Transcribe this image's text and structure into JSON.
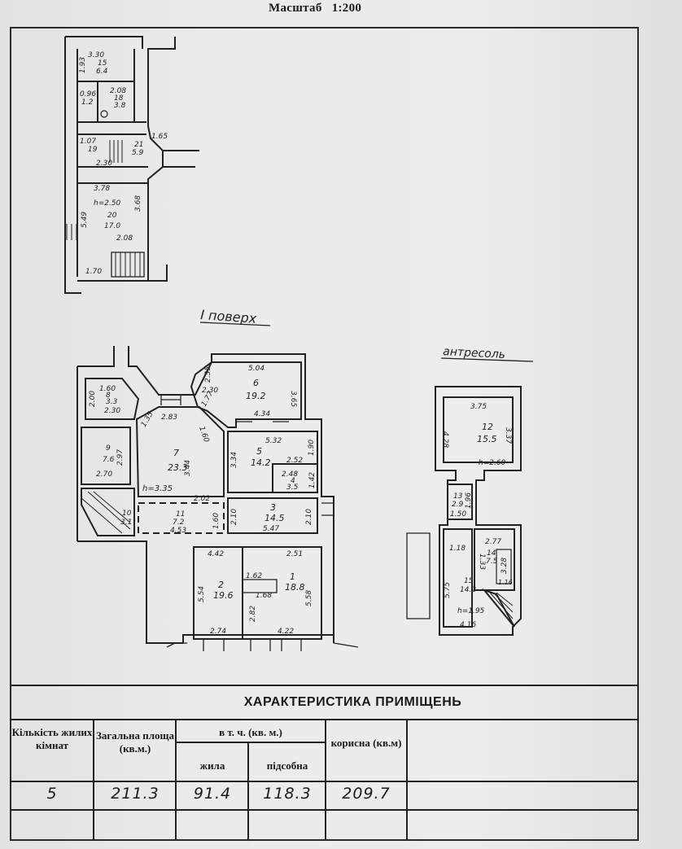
{
  "header": {
    "scale_label": "Масштаб",
    "scale_value": "1:200"
  },
  "floor_title": "I поверх",
  "mezzanine_title": "антресоль",
  "top_plan": {
    "labels": [
      "3.30",
      "15",
      "6.4",
      "2.08",
      "18",
      "3.8",
      "0.96",
      "1.2",
      "1.07",
      "19",
      "21",
      "5.9",
      "2.30",
      "3.78",
      "h=2.50",
      "20",
      "17.0",
      "3.68",
      "5.49",
      "2.08",
      "1.70",
      "1.93",
      "1.65"
    ]
  },
  "floor_plan": {
    "room6": {
      "num": "6",
      "area": "19.2",
      "dims": [
        "5.04",
        "3.65",
        "4.34",
        "2.35",
        "2.30",
        "1.77"
      ]
    },
    "room8": {
      "num": "8",
      "area": "3.3",
      "dims": [
        "1.60",
        "2.00",
        "2.30"
      ]
    },
    "room7": {
      "num": "7",
      "area": "23.3",
      "height": "h=3.35",
      "dims": [
        "2.83",
        "1.60",
        "3.44",
        "2.02",
        "1.35"
      ]
    },
    "room9": {
      "num": "9",
      "area": "7.6",
      "dims": [
        "2.70",
        "2.97"
      ]
    },
    "room5": {
      "num": "5",
      "area": "14.2",
      "dims": [
        "5.32",
        "3.34",
        "2.52",
        "1.90"
      ]
    },
    "room4": {
      "num": "4",
      "area": "3.5",
      "dims": [
        "2.48",
        "1.42"
      ]
    },
    "room3": {
      "num": "3",
      "area": "14.5",
      "dims": [
        "2.10",
        "5.47",
        "2.10"
      ]
    },
    "room10": {
      "num": "10",
      "area": "3.1"
    },
    "room11": {
      "num": "11",
      "area": "7.2",
      "dims": [
        "4.53",
        "1.60"
      ]
    },
    "room2": {
      "num": "2",
      "area": "19.6",
      "dims": [
        "4.42",
        "5.54",
        "2.74"
      ]
    },
    "room1": {
      "num": "1",
      "area": "18.8",
      "dims": [
        "2.51",
        "5.58",
        "4.22",
        "1.62",
        "1.68",
        "2.82"
      ]
    }
  },
  "mezzanine_plan": {
    "room12": {
      "num": "12",
      "area": "15.5",
      "height": "h=2.60",
      "dims": [
        "3.75",
        "4.28",
        "3.37"
      ]
    },
    "room13": {
      "num": "13",
      "area": "2.9",
      "dims": [
        "1.50",
        "1.96"
      ]
    },
    "room14": {
      "num": "14",
      "area": "7.5",
      "dims": [
        "2.77",
        "1.33",
        "3.28",
        "1.16",
        "1.18"
      ]
    },
    "room15": {
      "num": "15",
      "area": "14.2",
      "height": "h=1.95",
      "dims": [
        "5.75",
        "4.16"
      ]
    }
  },
  "table": {
    "title": "ХАРАКТЕРИСТИКА ПРИМІЩЕНЬ",
    "headers": {
      "rooms": "Кількість жилих кімнат",
      "total": "Загальна площа (кв.м.)",
      "incl": "в т. ч. (кв. м.)",
      "living": "жила",
      "aux": "підсобна",
      "useful": "корисна (кв.м)"
    },
    "values": {
      "rooms": "5",
      "total": "211.3",
      "living": "91.4",
      "aux": "118.3",
      "useful": "209.7"
    }
  }
}
